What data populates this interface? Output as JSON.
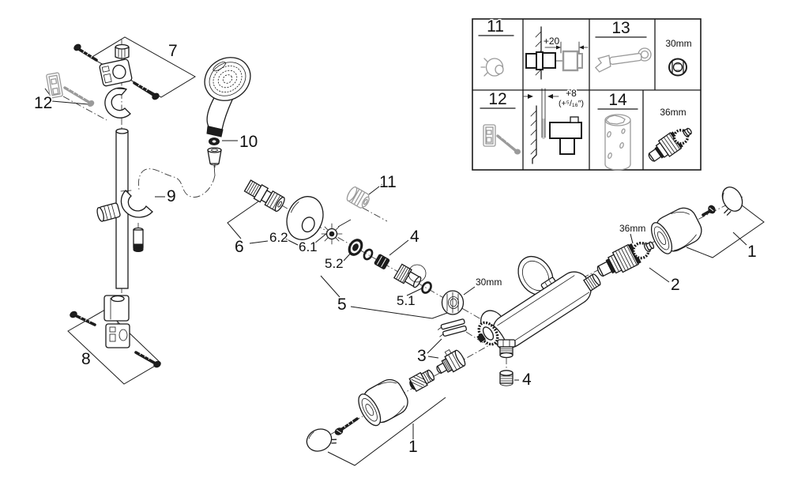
{
  "callouts": {
    "n1": "1",
    "n2": "2",
    "n3": "3",
    "n4": "4",
    "n5": "5",
    "n5_1": "5.1",
    "n5_2": "5.2",
    "n6": "6",
    "n6_1": "6.1",
    "n6_2": "6.2",
    "n7": "7",
    "n8": "8",
    "n9": "9",
    "n10": "10",
    "n11": "11",
    "n12": "12"
  },
  "sizes": {
    "nut30": "30mm",
    "cart36": "36mm"
  },
  "inset": {
    "cell_11": {
      "label": "11"
    },
    "cell_dim20": {
      "dim": "+20"
    },
    "cell_13": {
      "label": "13"
    },
    "cell_30": {
      "size": "30mm"
    },
    "cell_12": {
      "label": "12"
    },
    "cell_dim8": {
      "dim": "+8",
      "dim_inch": "(+⁵/₁₆″)"
    },
    "cell_14": {
      "label": "14"
    },
    "cell_36": {
      "size": "36mm"
    }
  }
}
